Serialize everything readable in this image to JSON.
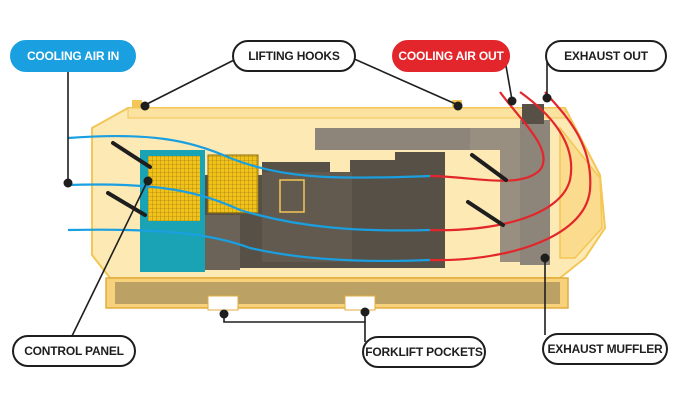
{
  "labels": {
    "cooling_air_in": "COOLING AIR IN",
    "lifting_hooks": "LIFTING HOOKS",
    "cooling_air_out": "COOLING AIR OUT",
    "exhaust_out": "EXHAUST OUT",
    "control_panel": "CONTROL PANEL",
    "forklift_pockets": "FORKLIFT POCKETS",
    "exhaust_muffler": "EXHAUST MUFFLER"
  },
  "colors": {
    "cooling_in": "#1a9fe0",
    "cooling_out": "#e3262b",
    "enclosure_fill": "#fde9b4",
    "enclosure_stroke": "#f3c656",
    "machinery": "#575046",
    "radiator_frame": "#1aa3b5",
    "radiator_grid": "#f2c21b",
    "exhaust_pipe": "#d9745a",
    "leader_line": "#1e1e1e"
  }
}
